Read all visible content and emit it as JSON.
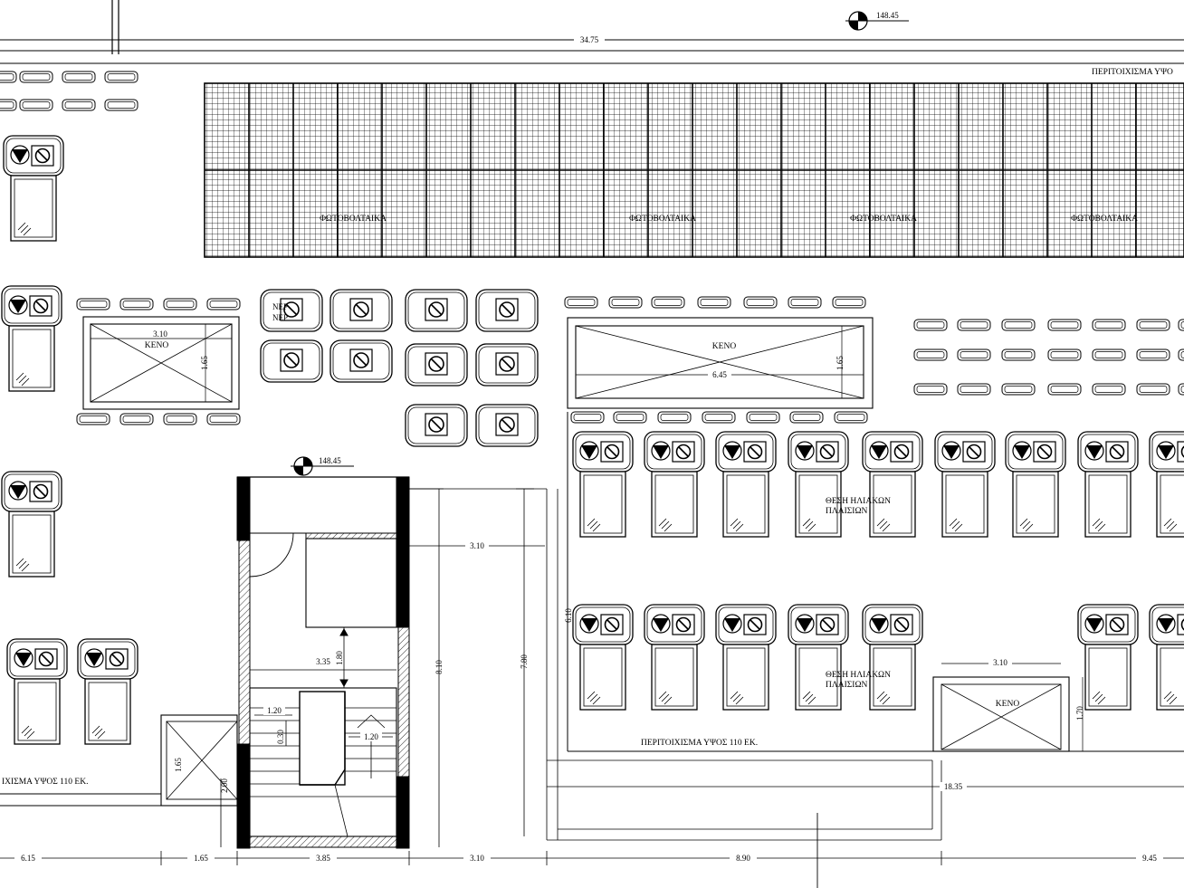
{
  "levels": {
    "top": "148.45",
    "stair": "148.45"
  },
  "dimensions": {
    "overall_top": "34.75",
    "void_left_w": "3.10",
    "void_left_h": "1.65",
    "void_center_w": "6.45",
    "void_center_h": "1.65",
    "stair_right_w": "3.10",
    "stair_h_a": "8.10",
    "stair_h_b": "7.80",
    "stair_inner_w": "3.35",
    "stair_inner_h": "1.80",
    "step_a": "1.20",
    "step_b": "1.20",
    "step_c": "0.30",
    "left_small_h": "1.65",
    "left_small_h2": "2.00",
    "right_stack_h": "6.10",
    "void_right_w": "3.10",
    "void_right_h": "1.70",
    "right_bottom_w": "18.35",
    "bottom": [
      "6.15",
      "1.65",
      "3.85",
      "3.10",
      "8.90",
      "9.45"
    ]
  },
  "labels": {
    "parapet_top": "ΠΕΡΙΤΟΙΧΙΣΜΑ ΥΨΟ",
    "parapet_mid": "ΠΕΡΙΤΟΙΧΙΣΜΑ ΥΨΟΣ 110 ΕΚ.",
    "parapet_left": "ΙΧΙΣΜΑ ΥΨΟΣ 110 ΕΚ.",
    "void": "ΚΕΝΟ",
    "solar_position_1": "ΘΕΣΗ ΗΛΙΑΚΩΝ",
    "solar_position_2": "ΠΛΑΙΣΙΩΝ",
    "water_tank": "ΝΕΡ",
    "water_tank_2": "ΝΕΡ"
  },
  "pv_labels": [
    "ΦΩΤΟΒΟΛΤΑΙΚΑ",
    "ΦΩΤΟΒΟΛΤΑΙΚΑ",
    "ΦΩΤΟΒΟΛΤΑΙΚΑ",
    "ΦΩΤΟΒΟΛΤΑΙΚΑ"
  ]
}
